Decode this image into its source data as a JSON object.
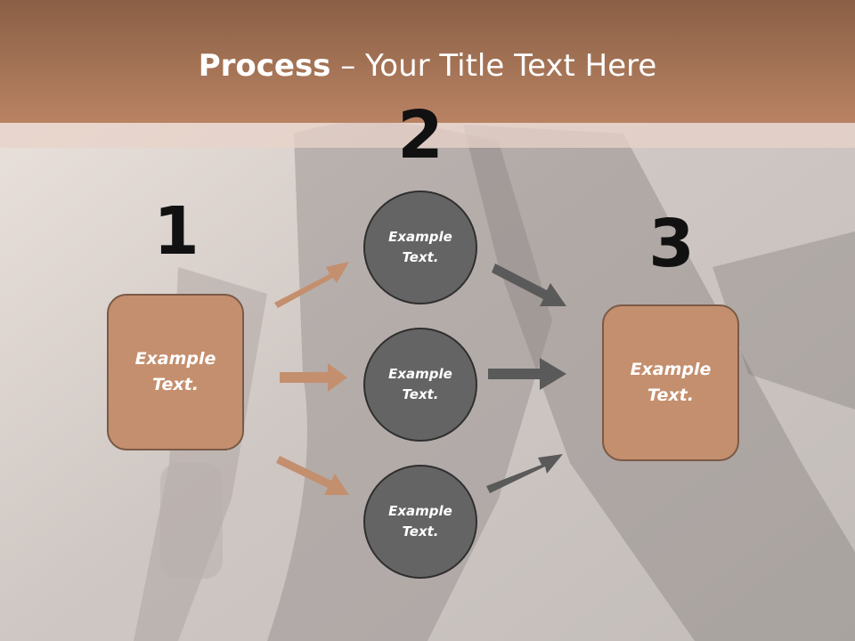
{
  "title": {
    "bold": "Process",
    "rest": " – Your Title Text Here"
  },
  "steps": {
    "one": {
      "number": "1",
      "text": "Example\nText."
    },
    "two": {
      "number": "2",
      "items": [
        "Example\nText.",
        "Example\nText.",
        "Example\nText."
      ]
    },
    "three": {
      "number": "3",
      "text": "Example\nText."
    }
  },
  "colors": {
    "header": "#a3694a",
    "box": "#c48f6e",
    "circle": "#646464",
    "arrow_warm": "#c48f6e",
    "arrow_dark": "#5a5a5a"
  }
}
